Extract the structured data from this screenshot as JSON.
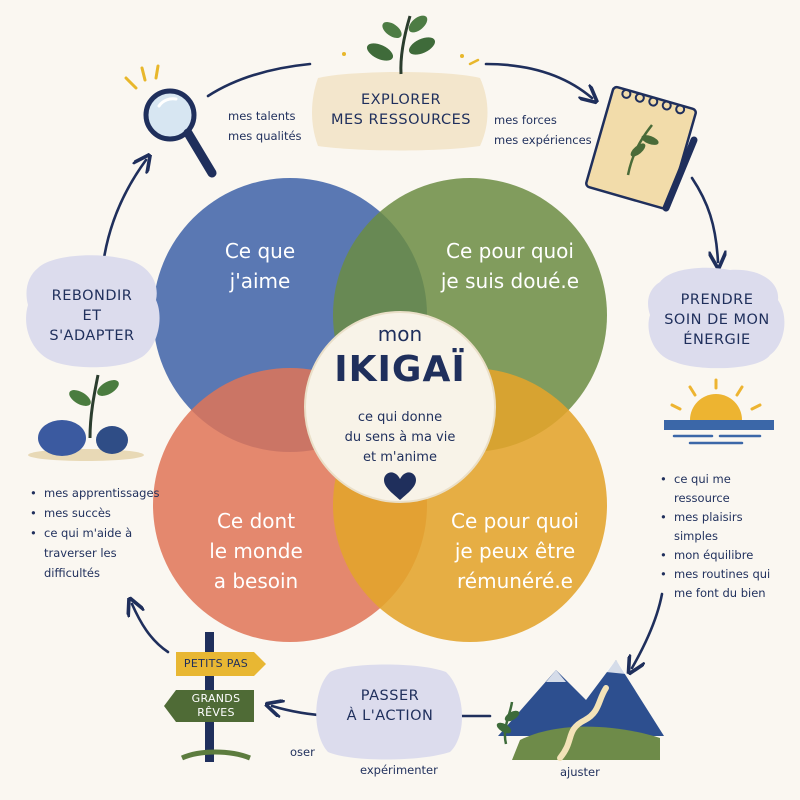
{
  "center": {
    "prefix": "mon",
    "title": "IKIGAÏ",
    "line1": "ce qui donne",
    "line2": "du sens à ma vie",
    "line3": "et m'anime"
  },
  "circles": {
    "love": {
      "line1": "Ce que",
      "line2": "j'aime",
      "color": "#3d62a8"
    },
    "good_at": {
      "line1": "Ce pour quoi",
      "line2": "je suis doué.e",
      "color": "#6b8c43"
    },
    "world_needs": {
      "line1": "Ce dont",
      "line2": "le monde",
      "line3": "a besoin",
      "color": "#df7457"
    },
    "paid_for": {
      "line1": "Ce pour quoi",
      "line2": "je peux être",
      "line3": "rémunéré.e",
      "color": "#e2a42b"
    }
  },
  "steps": {
    "explore": {
      "line1": "EXPLORER",
      "line2": "MES RESSOURCES",
      "left1": "mes talents",
      "left2": "mes qualités",
      "right1": "mes forces",
      "right2": "mes expériences"
    },
    "energy": {
      "line1": "PRENDRE",
      "line2": "SOIN DE MON",
      "line3": "ÉNERGIE",
      "items": [
        "ce qui me ressource",
        "mes plaisirs simples",
        "mon équilibre",
        "mes routines qui me font du bien"
      ]
    },
    "action": {
      "line1": "PASSER",
      "line2": "À L'ACTION",
      "words": [
        "oser",
        "expérimenter",
        "ajuster"
      ],
      "sign_top": "PETITS PAS",
      "sign_bottom_1": "GRANDS",
      "sign_bottom_2": "RÊVES"
    },
    "rebound": {
      "line1": "REBONDIR",
      "line2": "ET",
      "line3": "S'ADAPTER",
      "items": [
        "mes apprentissages",
        "mes succès",
        "ce qui m'aide à traverser les difficultés"
      ]
    }
  },
  "colors": {
    "navy": "#1f2f5c",
    "cloud": "#dcdced",
    "cream": "#f3e6cc",
    "center_fill": "#f8f3e8"
  },
  "icons": [
    "magnifier-icon",
    "sprout-icon",
    "notebook-icon",
    "sunset-icon",
    "mountain-path-icon",
    "signpost-icon",
    "stones-sprout-icon",
    "heart-icon"
  ]
}
